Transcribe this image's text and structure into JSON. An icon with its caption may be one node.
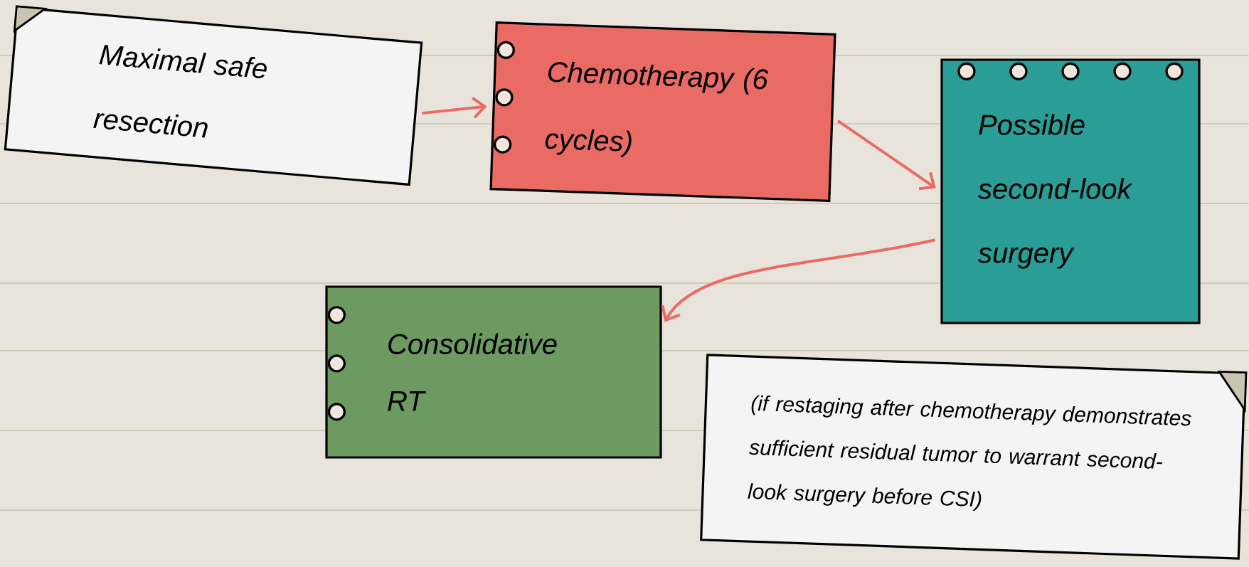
{
  "diagram": {
    "nodes": [
      {
        "text": [
          "Maximal safe resection"
        ]
      },
      {
        "text": [
          "Chemotherapy (6 cycles)"
        ]
      },
      {
        "text": [
          "Possible second-look surgery"
        ]
      },
      {
        "text": [
          "Consolidative RT"
        ]
      },
      {
        "text": [
          "(if restaging after chemotherapy demonstrates sufficient residual tumor to warrant second-look surgery before CSI)"
        ]
      }
    ],
    "edges": [
      {
        "from": 0,
        "to": 1,
        "arrow": "to"
      },
      {
        "from": 1,
        "to": 2,
        "arrow": "to"
      },
      {
        "from": 2,
        "to": 3,
        "arrow": "to"
      }
    ]
  }
}
